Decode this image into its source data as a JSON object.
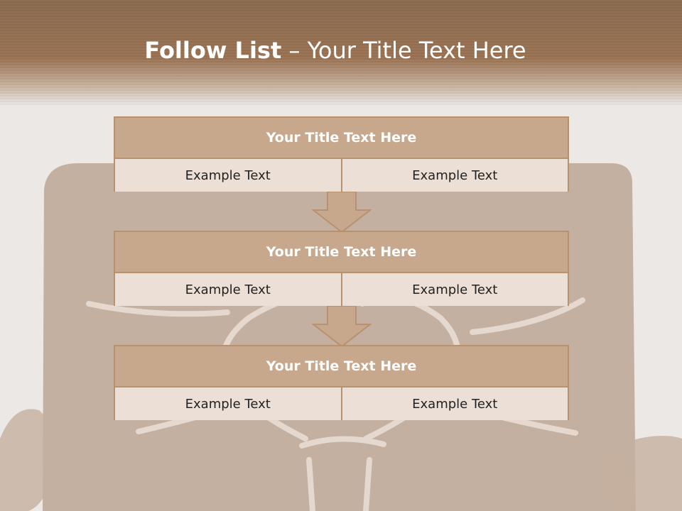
{
  "slide": {
    "title_bold": "Follow List",
    "title_rest": " – Your Title Text Here"
  },
  "flow": {
    "blocks": [
      {
        "title": "Your Title Text Here",
        "left": "Example Text",
        "right": "Example Text"
      },
      {
        "title": "Your Title Text Here",
        "left": "Example Text",
        "right": "Example Text"
      },
      {
        "title": "Your Title Text Here",
        "left": "Example Text",
        "right": "Example Text"
      }
    ]
  },
  "colors": {
    "header_brown": "#9a7252",
    "block_title_bg": "#c8a88c",
    "block_border": "#b8916f",
    "cell_bg": "#ecdfd5"
  },
  "icons": [
    "down-arrow-icon",
    "lightbulb-illustration"
  ]
}
